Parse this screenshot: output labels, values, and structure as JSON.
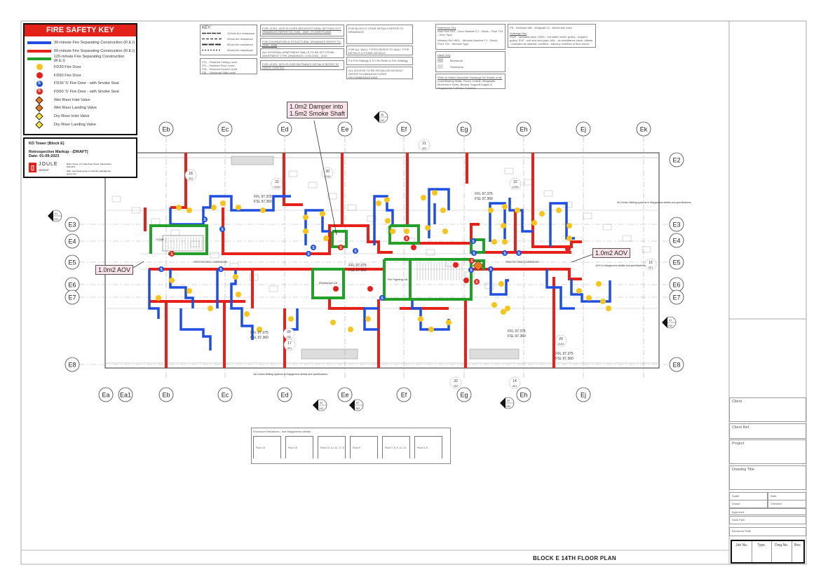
{
  "fire_key": {
    "title": "FIRE SAFETY KEY",
    "items": [
      {
        "label": "30-minute Fire Separating Construction (R.E.I)",
        "kind": "bar",
        "color": "#1f4fe0"
      },
      {
        "label": "60-minute Fire Separating Construction (R.E.I)",
        "kind": "bar",
        "color": "#e8201a"
      },
      {
        "label": "120-minute Fire Separating Construction (R.E.I)",
        "kind": "bar",
        "color": "#22a02a"
      },
      {
        "label": "FD30 Fire Door",
        "kind": "dot",
        "color": "#f7c51a",
        "mark": ""
      },
      {
        "label": "FD60 Fire Door",
        "kind": "dot",
        "color": "#e8201a",
        "mark": ""
      },
      {
        "label": "FD30 'S' Fire Door - with Smoke Seal",
        "kind": "dot",
        "color": "#1f4fe0",
        "mark": "S"
      },
      {
        "label": "FD60 'S' Fire Door - with Smoke Seal",
        "kind": "dot",
        "color": "#e8201a",
        "mark": "S"
      },
      {
        "label": "Wet Riser Inlet Valve",
        "kind": "diamond",
        "color": "#f07a18"
      },
      {
        "label": "Wet Riser Landing Valve",
        "kind": "diamond",
        "color": "#f07a18"
      },
      {
        "label": "Dry Riser Inlet Valve",
        "kind": "diamond",
        "color": "#f2e640"
      },
      {
        "label": "Dry Riser Landing Valve",
        "kind": "diamond",
        "color": "#f2e640"
      }
    ]
  },
  "project": {
    "name": "KD Tower (Block E)",
    "status": "Retrospective Markup - (DRAFT)",
    "date": "Date: 01-09-2023",
    "company_logo": "JOULE",
    "company_sub": "GROUP",
    "address": "Bush House, 2-4 Little Peter Street, Manchester, M15 4PS",
    "contact": "Web: www.joule-group.com  Email: sales@joule-group.com"
  },
  "notes": {
    "line_key_title": "KEY:",
    "line_key": [
      "120min fire resistance",
      "90min fire resistance",
      "60min fire resistance",
      "30min fire resistance"
    ],
    "levels": [
      "FCL - Finished Ceiling Level",
      "FFL - Finished Floor Level",
      "FSL - Finished Screed Level",
      "SSL - Structural Slab Level"
    ],
    "n1": "FOR LEVEL 14TH FLOORS ARCHITECTURAL SETTING OUT DRAWINGS REFER TO: 2190 - 2000 - FLOOR PLANS",
    "n2": "FOR FOUNDATION & STRUCTURAL DRAWINGS REFER TO: 2190 - 1100",
    "n3": "ALL INTERNAL APARTMENT WALLS TO BE SET FROM APARTMENT TYPE DRAWINGS: 2190-2000 - 2010",
    "n4": "FOR LEVEL 14TH FLOOR ENTRANCE DETAILS REFER TO DWGS: 2190-322",
    "n5": "FOR BLOCK E STAIR DETAILS REFER TO DRAWINGS",
    "n6": "FOR ALL WALL TYPES REFER TO WALL TYPE DETAILS & STONE DETAILS",
    "n7": "For Fire Ratings & S.V.Ps Refer to Fire Strategy",
    "n8": "ALL ACCESS TO BE INSTALLED AS BUILT REFER TO MANUFACTURER RECOMMENDATIONS",
    "ref_key_title": "Reference Key",
    "door_ref": "Door Ref:  D01 - Door Number  F.1 - Block - Floor  T01 - Door Type",
    "window_ref": "Window Ref:  W01 - Window Number  F.1 - Block - Floor  T01 - Window Type",
    "hatch_title": "Hatch Key",
    "hatch": [
      "Blockwork",
      "Stonework"
    ],
    "structure_title": "Refer to Watch Associate Drawings for Details of all:",
    "structure": "Load Bearing Walls, Floors, Lintels, Wingwalls, Movement Joints, Beams, Support Angles & Progressive Collision Columns.",
    "abbrev": "FB - Fireback   WB - Wingwall   SJ - Movement Joint",
    "drainage_title": "Drainage Key",
    "drainage": "RWP - rainwater pipe; HWO - hot water outlet; gulley - trapped gulley; SVP - soil and vent pipe; AAV - air admittance valve; offsets - indicated as dashed; overflow - balcony overflow to floor below"
  },
  "plan": {
    "grid_top": [
      "Eb",
      "Ec",
      "Ed",
      "Ee",
      "Ef",
      "Eg",
      "Eh",
      "Ej",
      "Ek"
    ],
    "grid_bottom": [
      "Ea",
      "Ea1",
      "Eb",
      "Ec",
      "Ed",
      "Ee",
      "Ef",
      "Eg",
      "Eh",
      "Ej"
    ],
    "rows_left": [
      "E3",
      "E4",
      "E5",
      "E6",
      "E7",
      "E8"
    ],
    "rows_right": [
      "E2",
      "E3",
      "E4",
      "E5",
      "E6",
      "E7",
      "E8"
    ],
    "sections": [
      {
        "a": "05",
        "b": "242"
      },
      {
        "a": "01",
        "b": "241"
      },
      {
        "a": "01",
        "b": "252"
      },
      {
        "a": "04",
        "b": "242"
      },
      {
        "a": "07",
        "b": "252"
      },
      {
        "a": "10",
        "b": "252"
      }
    ],
    "units": [
      {
        "a": "18",
        "b": "422"
      },
      {
        "a": "22",
        "b": "2190"
      },
      {
        "a": "30",
        "b": "2192"
      },
      {
        "a": "21",
        "b": "422"
      },
      {
        "a": "22",
        "b": "2190"
      },
      {
        "a": "09",
        "b": "252"
      },
      {
        "a": "17",
        "b": "421"
      },
      {
        "a": "20",
        "b": "422"
      },
      {
        "a": "14",
        "b": "421"
      },
      {
        "a": "29",
        "b": "2192"
      },
      {
        "a": "15",
        "b": "421"
      }
    ],
    "levels_label": [
      "FFL 97.375",
      "FSL 97.360"
    ],
    "corridor_label": "PROTECTED CORRIDOR",
    "stair_label": "STAIR",
    "lift_label": "Residential Lift",
    "firelift_label": "Fire Fighting Lift",
    "curtain_note": "All Curtain Walling systems to Mapgemma details and specifications.",
    "aov_note": "AOV to Mapgemma details and specifications."
  },
  "annotations": {
    "damper": [
      "1.0m2 Damper into",
      "1.5m2 Smoke Shaft"
    ],
    "aov_left": "1.0m2 AOV",
    "aov_right": "1.0m2 AOV"
  },
  "enclosure": {
    "title": "Enclosure Elevations - see Mapgemma details",
    "items": [
      "Floor 14",
      "Floor 15",
      "Floor 12, 14, 11, 17, 8",
      "Floor 9",
      "Floor 7, 8, 9, 11, 13",
      "Floor 3, 6"
    ]
  },
  "title_block": {
    "client": "Client",
    "client_ref": "Client Ref.",
    "project": "Project",
    "drawing_title": "Drawing Title",
    "scale": "Scale",
    "date": "Date",
    "drawn": "Drawn",
    "checked": "Checked",
    "approved": "Approved",
    "save_path": "Save Path",
    "electronic_path": "Electronic Path",
    "job_no": "Job No.",
    "type": "Type.",
    "dwg_no": "Dwg.No.",
    "rev": "Rev."
  },
  "drawing_name": "BLOCK E 14TH FLOOR PLAN"
}
